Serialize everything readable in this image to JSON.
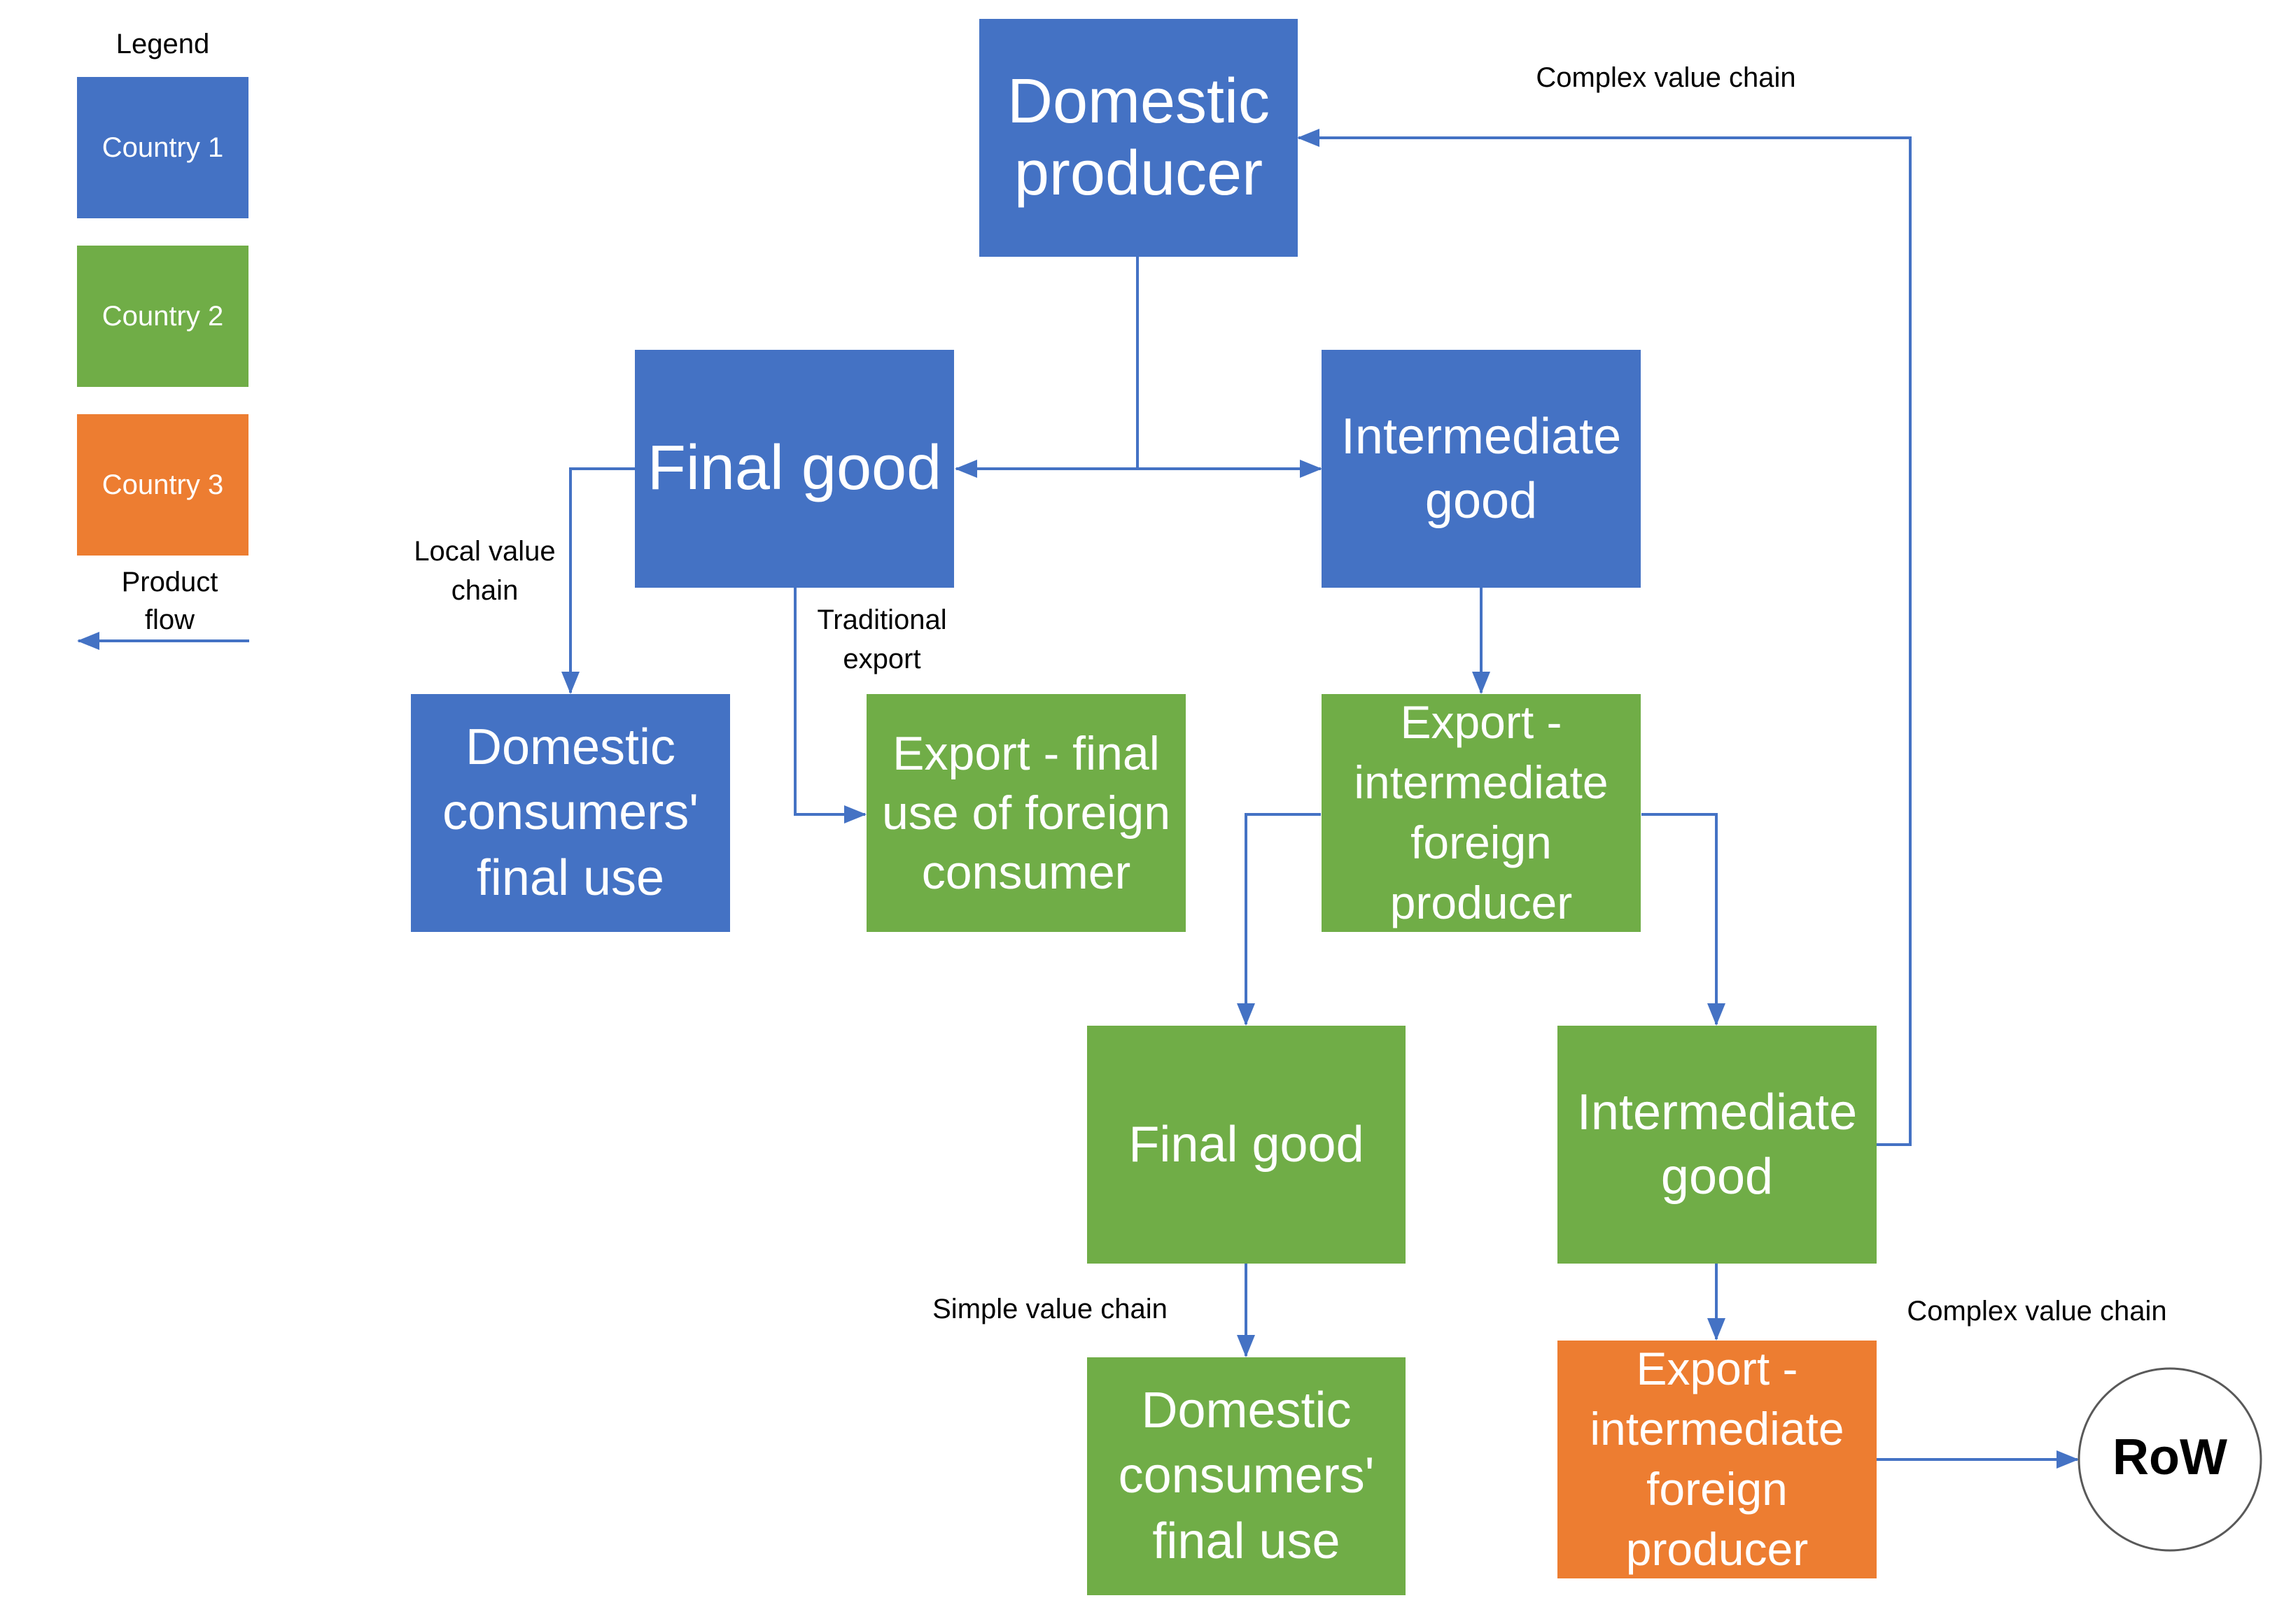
{
  "colors": {
    "country1": "#4472C4",
    "country2": "#70AD47",
    "country3": "#ED7D31",
    "arrow": "#4472C4"
  },
  "legend": {
    "title": "Legend",
    "country1": "Country 1",
    "country2": "Country 2",
    "country3": "Country 3",
    "product_flow": "Product\nflow"
  },
  "nodes": {
    "domestic_producer": "Domestic\nproducer",
    "final_good_1": "Final good",
    "intermediate_good_1": "Intermediate\ngood",
    "domestic_consumers_1": "Domestic\nconsumers'\nfinal use",
    "export_final": "Export - final\nuse of foreign\nconsumer",
    "export_intermediate_2": "Export -\nintermediate\nforeign\nproducer",
    "final_good_2": "Final good",
    "intermediate_good_2": "Intermediate\ngood",
    "domestic_consumers_2": "Domestic\nconsumers'\nfinal use",
    "export_intermediate_3": "Export -\nintermediate\nforeign\nproducer",
    "row": "RoW"
  },
  "edge_labels": {
    "complex_top": "Complex value chain",
    "local": "Local value\nchain",
    "traditional": "Traditional\nexport",
    "simple": "Simple value chain",
    "complex_bottom": "Complex value chain"
  }
}
